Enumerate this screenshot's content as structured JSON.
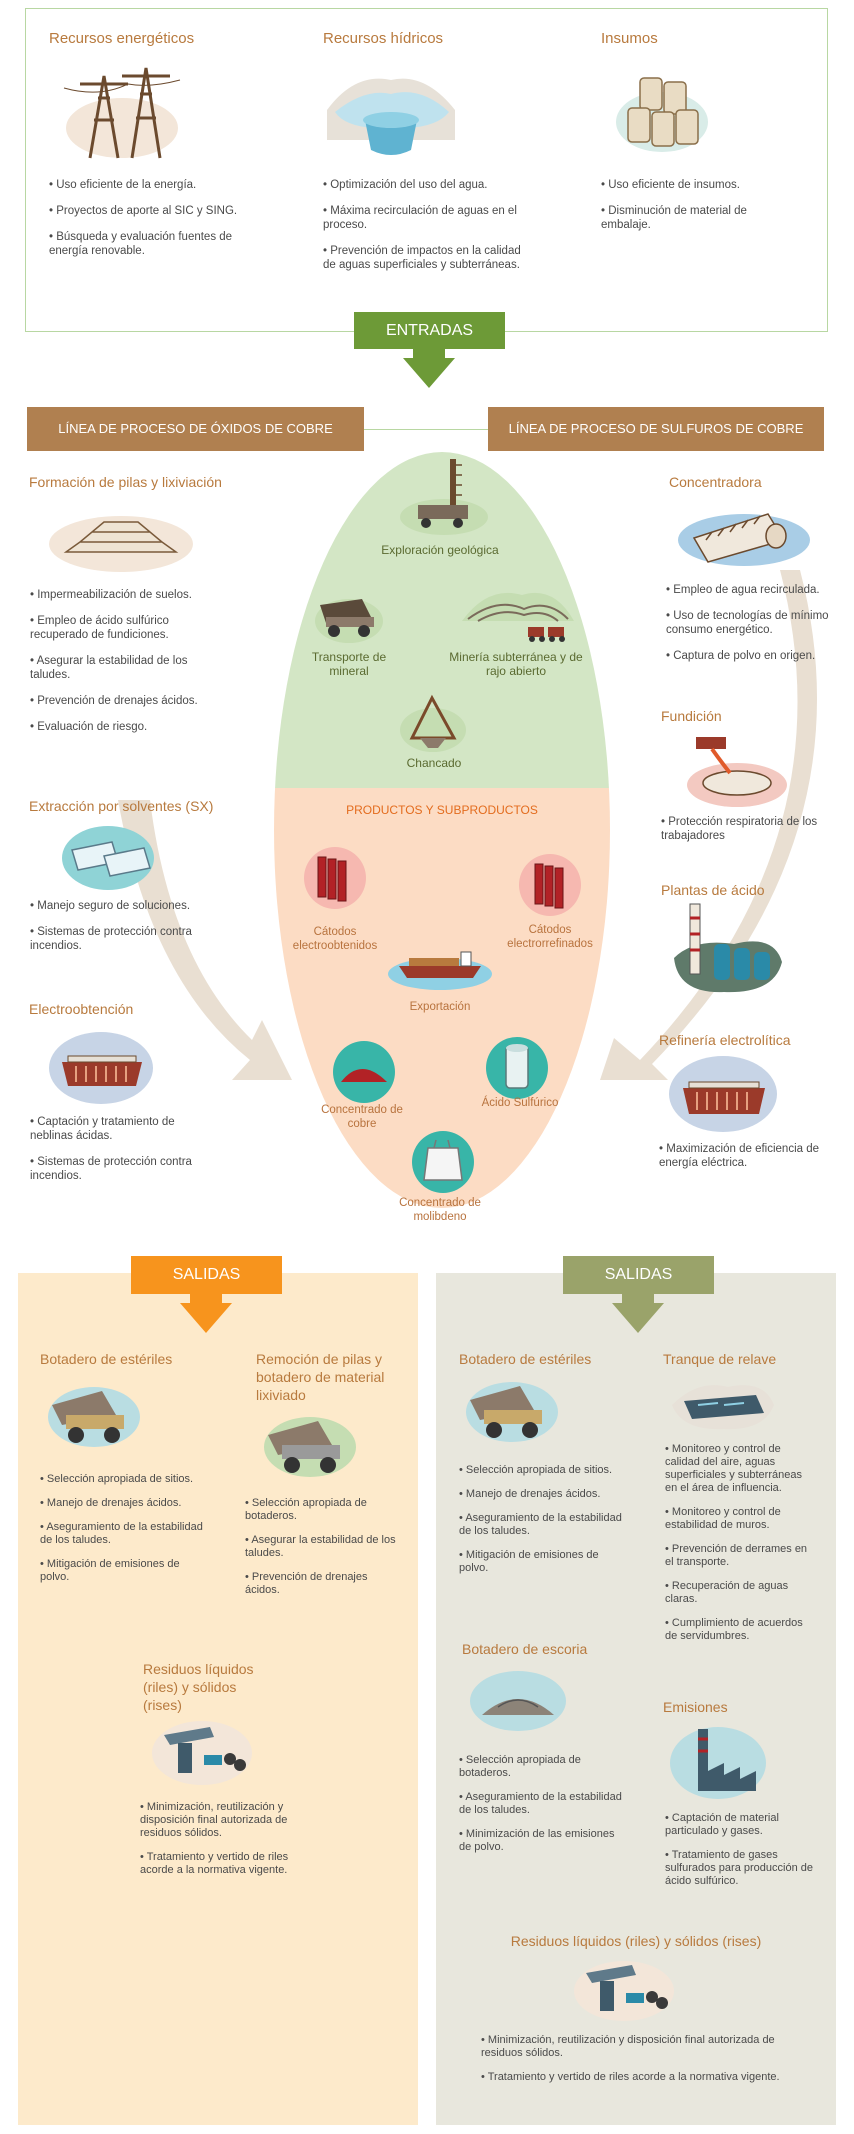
{
  "inputs": {
    "energy": {
      "title": "Recursos energéticos",
      "items": [
        "Uso eficiente de la energía.",
        "Proyectos de aporte al SIC y SING.",
        "Búsqueda y evaluación fuentes de energía renovable."
      ]
    },
    "water": {
      "title": "Recursos hídricos",
      "items": [
        "Optimización del uso del agua.",
        "Máxima recirculación de aguas en el proceso.",
        "Prevención de impactos en la calidad de aguas superficiales y subterráneas."
      ]
    },
    "supplies": {
      "title": "Insumos",
      "items": [
        "Uso eficiente de insumos.",
        "Disminución de material de embalaje."
      ]
    },
    "entradas_label": "ENTRADAS"
  },
  "process": {
    "oxides_label": "LÍNEA DE PROCESO DE ÓXIDOS DE COBRE",
    "sulfides_label": "LÍNEA DE PROCESO DE SULFUROS DE COBRE",
    "left": [
      {
        "title": "Formación de pilas y lixiviación",
        "items": [
          "Impermeabilización de suelos.",
          "Empleo de ácido sulfúrico recuperado de fundiciones.",
          "Asegurar la estabilidad de los taludes.",
          "Prevención de drenajes ácidos.",
          "Evaluación de riesgo."
        ]
      },
      {
        "title": "Extracción por solventes (SX)",
        "items": [
          "Manejo seguro de soluciones.",
          "Sistemas de protección contra incendios."
        ]
      },
      {
        "title": "Electroobtención",
        "items": [
          "Captación y tratamiento de neblinas ácidas.",
          "Sistemas de protección contra incendios."
        ]
      }
    ],
    "right": [
      {
        "title": "Concentradora",
        "items": [
          "Empleo de agua recirculada.",
          "Uso de tecnologías de mínimo consumo energético.",
          "Captura de polvo en origen."
        ]
      },
      {
        "title": "Fundición",
        "items": [
          "Protección respiratoria de los trabajadores"
        ]
      },
      {
        "title": "Plantas de ácido",
        "items": []
      },
      {
        "title": "Refinería electrolítica",
        "items": [
          "Maximización de eficiencia de energía eléctrica."
        ]
      }
    ],
    "center": {
      "exploracion": "Exploración geológica",
      "transporte": "Transporte de mineral",
      "mineria": "Minería subterránea y de rajo abierto",
      "chancado": "Chancado"
    },
    "products": {
      "title": "PRODUCTOS Y SUBPRODUCTOS",
      "catodos_eo": "Cátodos electroobtenidos",
      "catodos_er": "Cátodos electrorrefinados",
      "exportacion": "Exportación",
      "concentrado_cobre": "Concentrado de cobre",
      "acido": "Ácido Sulfúrico",
      "concentrado_molibdeno": "Concentrado de molibdeno"
    }
  },
  "outputs_left": {
    "label": "SALIDAS",
    "botadero": {
      "title": "Botadero de estériles",
      "items": [
        "Selección apropiada de sitios.",
        "Manejo de drenajes ácidos.",
        "Aseguramiento de la estabilidad de los taludes.",
        "Mitigación de emisiones de polvo."
      ]
    },
    "remocion": {
      "title": "Remoción de pilas y botadero de material lixiviado",
      "items": [
        "Selección apropiada de botaderos.",
        "Asegurar la estabilidad de los taludes.",
        "Prevención de drenajes ácidos."
      ]
    },
    "residuos": {
      "title": "Residuos líquidos (riles) y sólidos (rises)",
      "items": [
        "Minimización, reutilización y disposición final autorizada de residuos sólidos.",
        "Tratamiento y vertido de riles acorde a la normativa vigente."
      ]
    }
  },
  "outputs_right": {
    "label": "SALIDAS",
    "botadero": {
      "title": "Botadero de estériles",
      "items": [
        "Selección apropiada de sitios.",
        "Manejo de drenajes ácidos.",
        "Aseguramiento de la estabilidad de los taludes.",
        "Mitigación de emisiones de polvo."
      ]
    },
    "tranque": {
      "title": "Tranque de relave",
      "items": [
        "Monitoreo y control de calidad del aire, aguas superficiales y subterráneas en el área de influencia.",
        "Monitoreo y control de estabilidad de muros.",
        "Prevención de derrames en el transporte.",
        "Recuperación de aguas claras.",
        "Cumplimiento de acuerdos de servidumbres."
      ]
    },
    "escoria": {
      "title": "Botadero de escoria",
      "items": [
        "Selección apropiada de botaderos.",
        "Aseguramiento de la estabilidad de los taludes.",
        "Minimización de las emisiones de polvo."
      ]
    },
    "emisiones": {
      "title": "Emisiones",
      "items": [
        "Captación de material particulado y gases.",
        "Tratamiento de gases sulfurados para producción de ácido sulfúrico."
      ]
    },
    "residuos": {
      "title": "Residuos líquidos (riles) y sólidos (rises)",
      "items": [
        "Minimización, reutilización y disposición final autorizada de residuos sólidos.",
        "Tratamiento y vertido de riles acorde a la normativa vigente."
      ]
    }
  },
  "colors": {
    "title": "#b87a3e",
    "green_button": "#6d9a37",
    "orange_button": "#f7941d",
    "olive_button": "#9aa36a",
    "process_button": "#b08050",
    "ellipse_top": "#d3e6c5",
    "ellipse_bottom": "#fcdcc4",
    "left_panel": "#fdeacb",
    "right_panel": "#e8e7dd"
  }
}
